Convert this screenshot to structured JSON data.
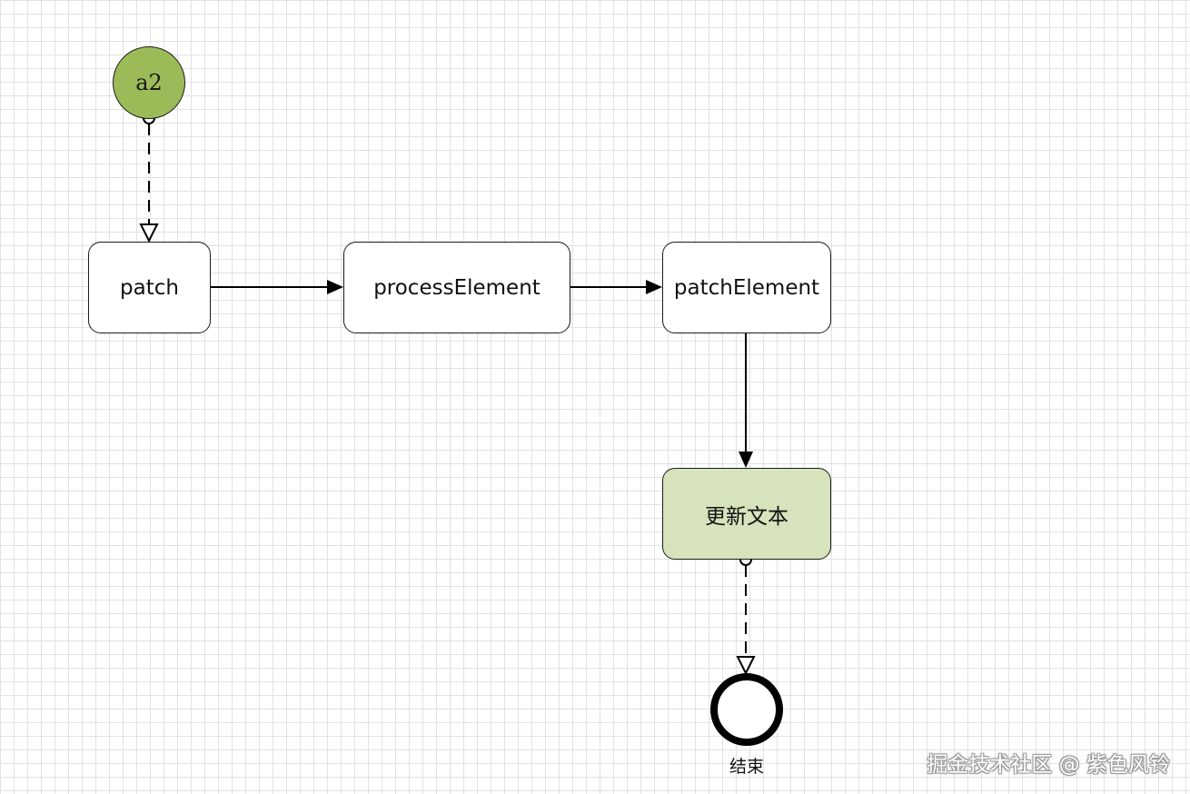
{
  "colors": {
    "start_fill": "#9bbb59",
    "task_fill": "#ffffff",
    "highlight_fill": "#d6e3bc",
    "stroke": "#000000",
    "grid": "#e2e2e2"
  },
  "diagram": {
    "start": {
      "label": "a2"
    },
    "nodes": [
      {
        "id": "patch",
        "label": "patch"
      },
      {
        "id": "processElement",
        "label": "processElement"
      },
      {
        "id": "patchElement",
        "label": "patchElement"
      },
      {
        "id": "update_text",
        "label": "更新文本"
      }
    ],
    "end": {
      "label": "结束"
    },
    "edges": [
      {
        "from": "a2",
        "to": "patch",
        "style": "dashed",
        "arrow": "open-triangle"
      },
      {
        "from": "patch",
        "to": "processElement",
        "style": "solid",
        "arrow": "filled-triangle"
      },
      {
        "from": "processElement",
        "to": "patchElement",
        "style": "solid",
        "arrow": "filled-triangle"
      },
      {
        "from": "patchElement",
        "to": "update_text",
        "style": "solid",
        "arrow": "filled-triangle"
      },
      {
        "from": "update_text",
        "to": "结束",
        "style": "dashed",
        "arrow": "open-triangle"
      }
    ]
  },
  "watermark": "掘金技术社区 @ 紫色风铃"
}
